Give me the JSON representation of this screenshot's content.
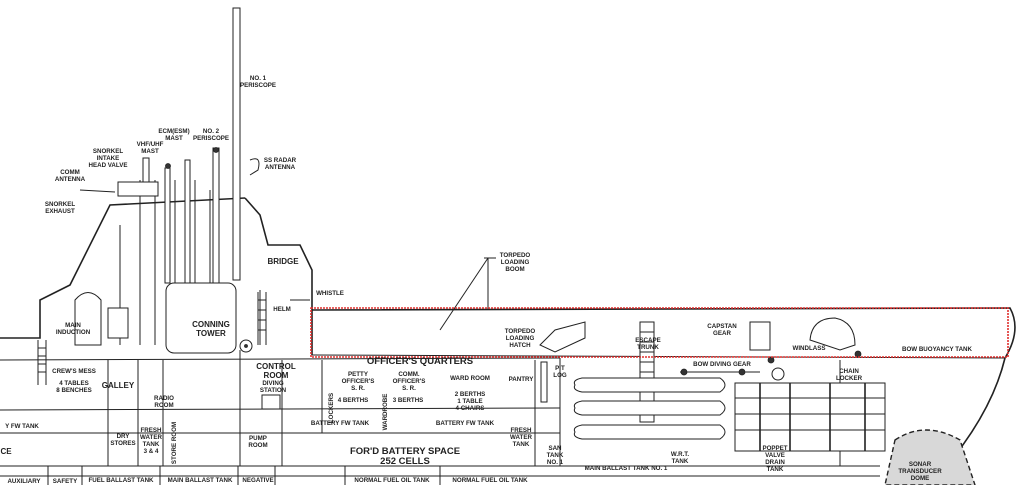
{
  "labels": {
    "periscope1": [
      "NO. 1",
      "PERISCOPE"
    ],
    "periscope2": [
      "NO. 2",
      "PERISCOPE"
    ],
    "ecm_mast": [
      "ECM(ESM)",
      "MAST"
    ],
    "vhf_mast": [
      "VHF/UHF",
      "MAST"
    ],
    "snorkel_intake": [
      "SNORKEL",
      "INTAKE",
      "HEAD VALVE"
    ],
    "comm_antenna": [
      "COMM",
      "ANTENNA"
    ],
    "snorkel_exhaust": [
      "SNORKEL",
      "EXHAUST"
    ],
    "ss_radar": [
      "SS RADAR",
      "ANTENNA"
    ],
    "bridge": "BRIDGE",
    "whistle": "WHISTLE",
    "helm": "HELM",
    "conning_tower": [
      "CONNING",
      "TOWER"
    ],
    "main_induction": [
      "MAIN",
      "INDUCTION"
    ],
    "crews_mess": [
      "CREW'S MESS",
      "4 TABLES",
      "8 BENCHES"
    ],
    "galley": "GALLEY",
    "radio_room": [
      "RADIO",
      "ROOM"
    ],
    "dry_stores": [
      "DRY",
      "STORES"
    ],
    "fresh_water_tank_34": [
      "FRESH",
      "WATER",
      "TANK",
      "3 & 4"
    ],
    "store_room": "STORE ROOM",
    "control_room": [
      "CONTROL",
      "ROOM"
    ],
    "diving_station": [
      "DIVING",
      "STATION"
    ],
    "pump_room": [
      "PUMP",
      "ROOM"
    ],
    "officers_quarters": "OFFICER'S QUARTERS",
    "lockers": "LOCKERS",
    "petty_officers": [
      "PETTY",
      "OFFICER'S",
      "S. R."
    ],
    "petty_berths": "4 BERTHS",
    "wardrobe": "WARDROBE",
    "comm_officers": [
      "COMM.",
      "OFFICER'S",
      "S. R."
    ],
    "comm_berths": "3 BERTHS",
    "ward_room": "WARD ROOM",
    "ward_room_info": [
      "2 BERTHS",
      "1 TABLE",
      "4 CHAIRS"
    ],
    "pantry": "PANTRY",
    "battery_fw_tank": "BATTERY FW TANK",
    "fw_tank_left": "Y FW TANK",
    "fresh_water_tank": [
      "FRESH",
      "WATER",
      "TANK"
    ],
    "ford_battery": [
      "FOR'D BATTERY SPACE",
      "252 CELLS"
    ],
    "torpedo_boom": [
      "TORPEDO",
      "LOADING",
      "BOOM"
    ],
    "torpedo_hatch": [
      "TORPEDO",
      "LOADING",
      "HATCH"
    ],
    "escape_trunk": [
      "ESCAPE",
      "TRUNK"
    ],
    "capstan": [
      "CAPSTAN",
      "GEAR"
    ],
    "windlass": "WINDLASS",
    "bow_buoyancy": "BOW BUOYANCY TANK",
    "bow_diving_gear": "BOW DIVING GEAR",
    "chain_locker": [
      "CHAIN",
      "LOCKER"
    ],
    "pit_log": [
      "PIT",
      "LOG"
    ],
    "san_tank": [
      "SAN",
      "TANK",
      "NO. 1"
    ],
    "main_ballast_1": "MAIN BALLAST TANK NO. 1",
    "wrt_tank": [
      "W.R.T.",
      "TANK"
    ],
    "poppet_valve": [
      "POPPET",
      "VALVE",
      "DRAIN",
      "TANK"
    ],
    "sonar_dome": [
      "SONAR",
      "TRANSDUCER",
      "DOME"
    ],
    "auxiliary": "AUXILIARY",
    "safety": "SAFETY",
    "fuel_ballast": "FUEL BALLAST TANK",
    "main_ballast": "MAIN BALLAST TANK",
    "negative": "NEGATIVE",
    "normal_fuel_1": "NORMAL FUEL OIL TANK",
    "normal_fuel_2": "NORMAL FUEL OIL TANK",
    "ce_fragment": "CE"
  },
  "colors": {
    "ink": "#222222",
    "highlight": "#e0302f",
    "dome_fill": "#d8d8d8"
  }
}
